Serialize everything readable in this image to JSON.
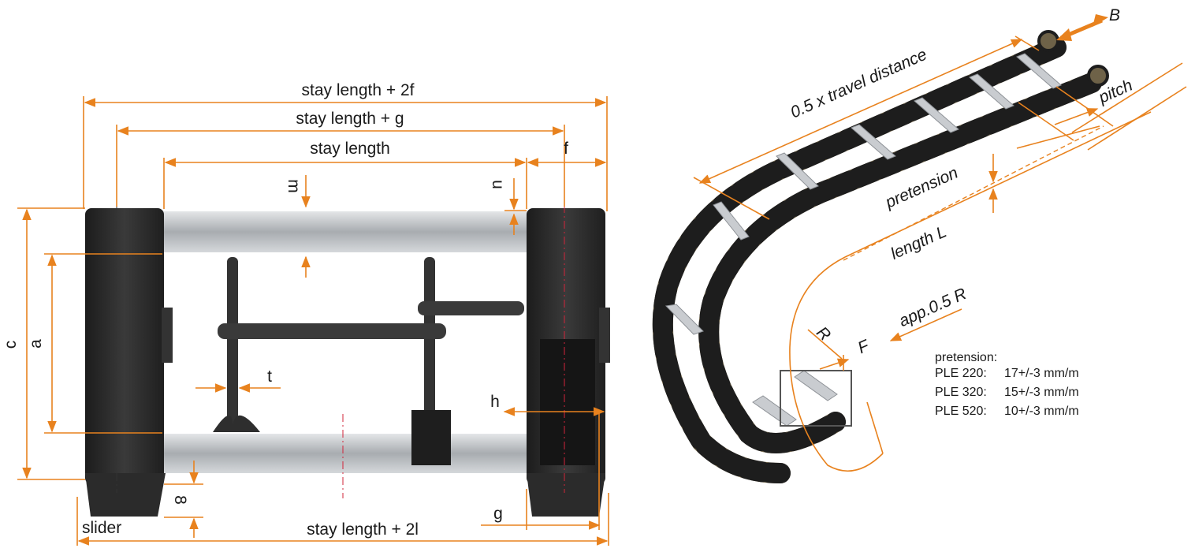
{
  "colors": {
    "dimension": "#e8821e",
    "frame": "#2a2a2a",
    "bar": "#b9bcc0",
    "link": "#8a7a58"
  },
  "left_drawing": {
    "labels": {
      "stay_length_2f": "stay length + 2f",
      "stay_length_g": "stay length + g",
      "stay_length": "stay length",
      "f": "f",
      "m": "m",
      "u": "u",
      "c": "c",
      "a": "a",
      "t": "t",
      "h": "h",
      "eight": "8",
      "g": "g",
      "slider": "slider",
      "stay_length_2l": "stay length + 2l"
    }
  },
  "right_drawing": {
    "labels": {
      "B": "B",
      "travel": "0.5 x travel distance",
      "pitch": "pitch",
      "pretension": "pretension",
      "length_L": "length L",
      "app_R": "app.0.5 R",
      "R": "R",
      "F": "F"
    },
    "pretension_table": {
      "title": "pretension:",
      "rows": [
        {
          "model": "PLE 220:",
          "value": "17+/-3 mm/m"
        },
        {
          "model": "PLE 320:",
          "value": "15+/-3 mm/m"
        },
        {
          "model": "PLE 520:",
          "value": "10+/-3 mm/m"
        }
      ]
    }
  }
}
